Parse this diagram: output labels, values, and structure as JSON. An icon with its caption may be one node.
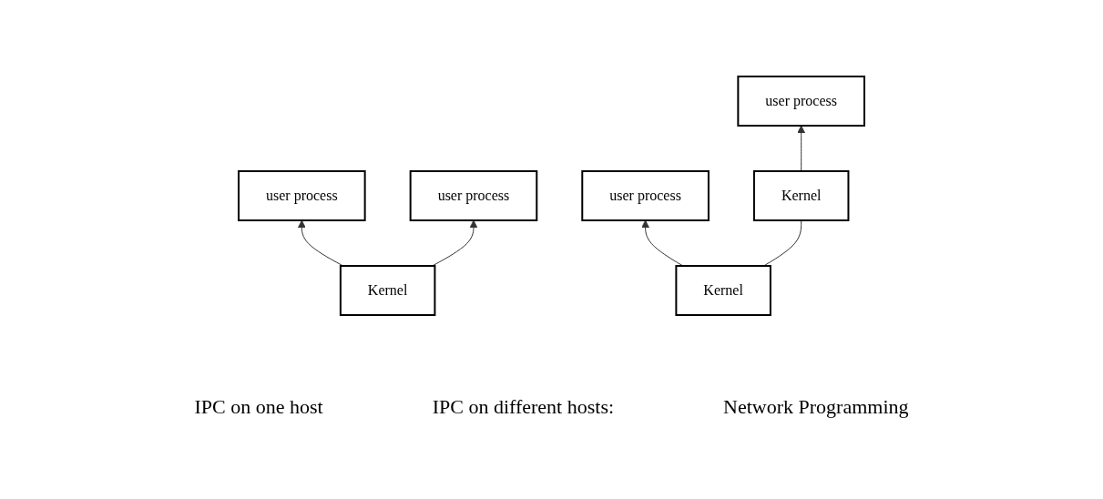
{
  "diagram": {
    "nodes": [
      {
        "text": [
          "user process"
        ]
      },
      {
        "text": [
          "user process"
        ]
      },
      {
        "text": [
          "Kernel"
        ]
      },
      {
        "text": [
          "user process"
        ]
      },
      {
        "text": [
          "user process"
        ]
      },
      {
        "text": [
          "Kernel"
        ]
      },
      {
        "text": [
          "Kernel"
        ]
      }
    ],
    "edges": [
      {
        "from": 2,
        "to": 0,
        "arrow": "to"
      },
      {
        "from": 2,
        "to": 1,
        "arrow": "to"
      },
      {
        "from": 5,
        "to": 3,
        "arrow": "to"
      },
      {
        "from": 5,
        "to": 6,
        "arrow": "none"
      },
      {
        "from": 6,
        "to": 4,
        "arrow": "to"
      }
    ],
    "labels": [
      "IPC on one host",
      "IPC on different hosts:",
      "Network Programming"
    ]
  }
}
